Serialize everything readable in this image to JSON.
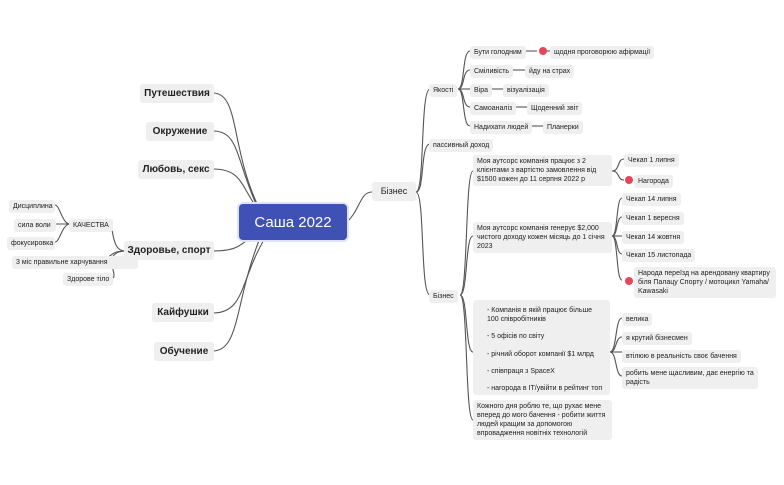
{
  "root": "Саша 2022",
  "left": {
    "travel": "Путешествия",
    "environment": "Окружение",
    "love": "Любовь, секс",
    "health": "Здоровье, спорт",
    "qualities": "КАЧЕСТВА",
    "discipline": "Дисциплина",
    "willpower": "сила воли",
    "focus": "фокусировка",
    "nutrition": "3 міс правильне харчування",
    "healthy_body": "Здорове тіло",
    "fun": "Кайфушки",
    "education": "Обучение"
  },
  "business": {
    "label": "Бізнес",
    "qualities": {
      "label": "Якості",
      "hungry": "Бути голодним",
      "hungry_note": "щодня проговорюю афірмації",
      "courage": "Сміливість",
      "courage_note": "йду на страх",
      "faith": "Віра",
      "faith_note": "візуалізація",
      "selfanalysis": "Самоаналіз",
      "selfanalysis_note": "Щоденний звіт",
      "inspire": "Надихати людей",
      "inspire_note": "Планерки"
    },
    "passive": "пассивный доход",
    "sub": {
      "label": "Бізнес",
      "goal1": "Моя аутсорс компанія працює з 2 клієнтами з вартістю замовлення від $1500 кожен до 11 серпня 2022 р",
      "goal1_check": "Чекап 1 липня",
      "goal1_reward": "Нагорода",
      "goal2": "Моя аутсорс компанія генерує $2,000 чистого доходу кожен місяць до 1 січня 2023",
      "goal2_checks": [
        "Чекап 14 липня",
        "Чекап 1 вересня",
        "Чекап 14 жовтня",
        "Чекап 15 листопада"
      ],
      "goal2_reward": "Народа переїзд на арендовану квартиру біля Палацу Спорту / мотоцикл Yamaha/ Kawasaki",
      "vision_points": [
        "- Компанія в якій працює більше 100 співробітників",
        "- 5 офісів по світу",
        "- річний оборот компанії $1 млрд",
        "- співпраця з SpaceX",
        "- нагорода в IT/увійти в рейтинг топ"
      ],
      "vision_results": [
        "велика",
        "я крутий бізнесмен",
        "втілюю в реальність своє бачення",
        "робить мене щасливим, дає енергію та радість"
      ],
      "mission": "Кожного дня роблю те, що рухає мене вперед до мого бачення - робити життя людей кращим за допомогою впровадження новітніх технологій"
    }
  },
  "colors": {
    "root": "#3f51b5",
    "node": "#efefef",
    "line": "#555555",
    "dot": "#e8445a"
  }
}
